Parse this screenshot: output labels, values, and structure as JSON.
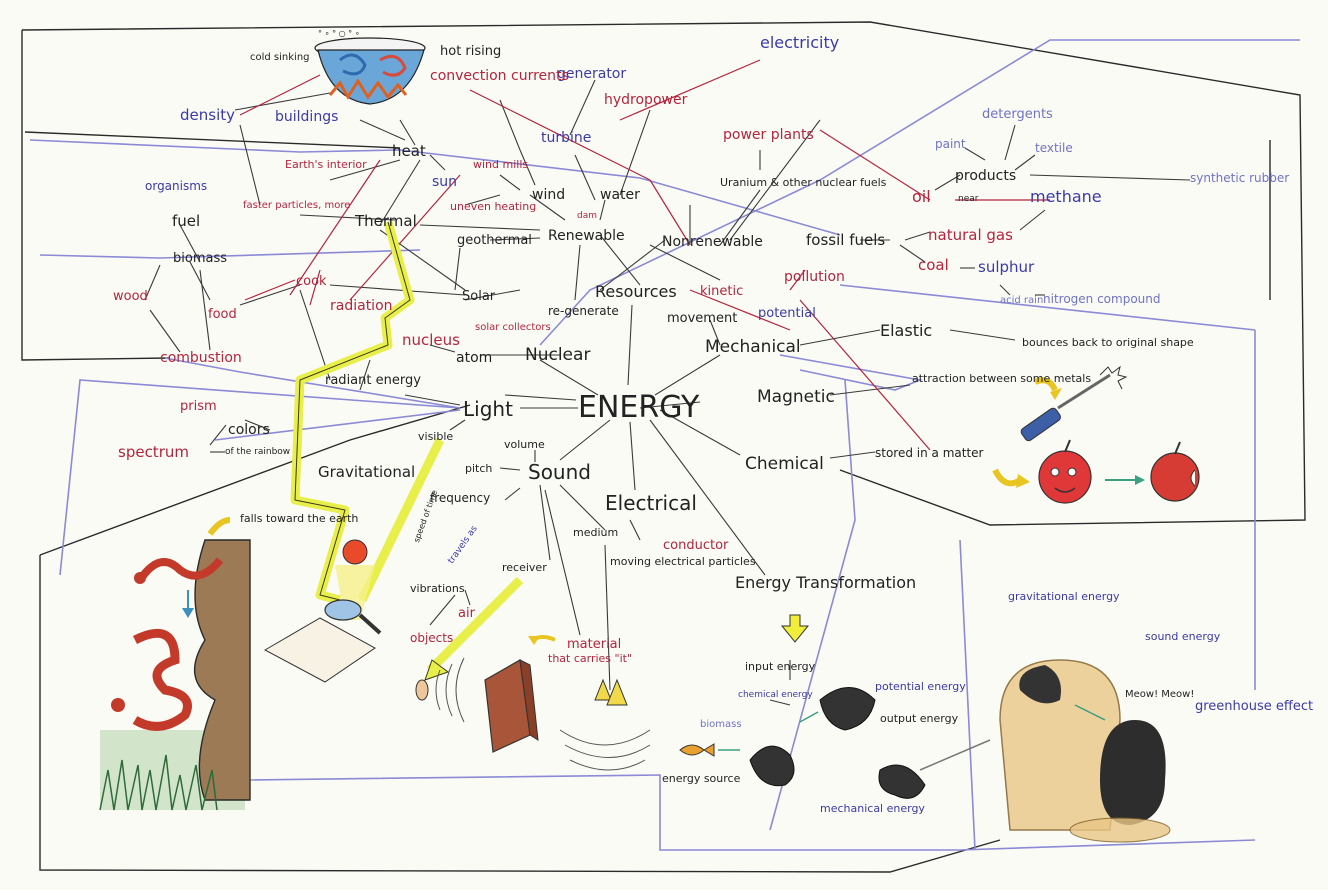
{
  "concept_map": {
    "center": "ENERGY",
    "categories": {
      "light": "Light",
      "sound": "Sound",
      "electrical": "Electrical",
      "chemical": "Chemical",
      "magnetic": "Magnetic",
      "mechanical": "Mechanical",
      "nuclear": "Nuclear",
      "thermal": "Thermal",
      "gravitational": "Gravitational",
      "resources": "Resources",
      "energy_transformation": "Energy Transformation"
    },
    "resources": {
      "renewable": "Renewable",
      "nonrenewable": "Nonrenewable",
      "regenerate": "re-generate",
      "solar": "Solar",
      "geothermal": "geothermal",
      "wind": "wind",
      "water": "water",
      "dam": "dam",
      "hydropower": "hydropower",
      "generator": "generator",
      "turbine": "turbine",
      "electricity": "electricity",
      "wind_mills": "wind mills",
      "uneven_heating": "uneven heating",
      "sun": "sun",
      "biomass": "biomass",
      "solar_collectors": "solar collectors",
      "power_plants": "power plants",
      "uranium": "Uranium & other nuclear fuels",
      "fossil_fuels": "fossil fuels",
      "oil": "oil",
      "near": "near",
      "natural_gas": "natural gas",
      "coal": "coal",
      "methane": "methane",
      "products": "products",
      "paint": "paint",
      "detergents": "detergents",
      "textile": "textile",
      "synthetic_rubber": "synthetic rubber",
      "sulphur": "sulphur",
      "acid_rain": "acid rain",
      "nitrogen_compound": "nitrogen compound",
      "pollution": "pollution"
    },
    "thermal": {
      "heat": "heat",
      "earths_interior": "Earth's interior",
      "buildings": "buildings",
      "density": "density",
      "convection_currents": "convection currents",
      "hot_rising": "hot rising",
      "cold_sinking": "cold sinking",
      "faster_particles": "faster particles, more",
      "radiation": "radiation",
      "cook": "cook",
      "food": "food",
      "fuel": "fuel",
      "organisms": "organisms",
      "wood": "wood",
      "combustion": "combustion",
      "radiant_energy": "radiant energy"
    },
    "nuclear": {
      "nucleus": "nucleus",
      "atom": "atom"
    },
    "light": {
      "prism": "prism",
      "colors": "colors",
      "of_the_rainbow": "of the rainbow",
      "spectrum": "spectrum",
      "visible": "visible"
    },
    "gravitational": {
      "falls_toward": "falls toward the earth"
    },
    "sound": {
      "volume": "volume",
      "pitch": "pitch",
      "frequency": "frequency",
      "speed_of_time": "speed of time",
      "travels_as": "travels as",
      "vibrations": "vibrations",
      "air": "air",
      "objects": "objects",
      "receiver": "receiver",
      "medium": "medium",
      "material": "material",
      "that_carries": "that carries \"it\""
    },
    "electrical": {
      "conductor": "conductor",
      "moving_particles": "moving electrical particles"
    },
    "mechanical": {
      "kinetic": "kinetic",
      "potential": "potential",
      "movement": "movement",
      "elastic": "Elastic",
      "bounces_back": "bounces back to original shape"
    },
    "magnetic": {
      "attraction": "attraction between some metals"
    },
    "chemical": {
      "stored": "stored in a matter"
    },
    "transformation": {
      "input_energy": "input energy",
      "chemical_energy": "chemical energy",
      "biomass": "biomass",
      "energy_source": "energy source",
      "potential_energy": "potential energy",
      "output_energy": "output energy",
      "mechanical_energy": "mechanical energy",
      "gravitational_energy": "gravitational energy",
      "sound_energy": "sound energy",
      "meow": "Meow! Meow!",
      "greenhouse_effect": "greenhouse effect"
    }
  },
  "colors": {
    "dark_ink": "#222222",
    "blue_ink": "#3a3aa8",
    "light_blue_ink": "#6f73c6",
    "red_ink": "#b4243c",
    "purple_line": "#8a8ad6",
    "highlighter": "#e8ef4a",
    "paper": "#fbfbf6"
  }
}
